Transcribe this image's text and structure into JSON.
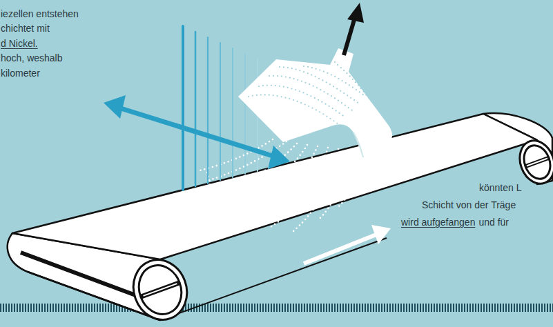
{
  "diagram": {
    "labels": [
      "iezellen entstehen",
      "chichtet mit",
      "d Nickel.",
      "hoch, weshalb",
      "kilometer",
      "könnten L",
      "Schicht von der Träge",
      "wird aufgefangen",
      "und für"
    ]
  }
}
